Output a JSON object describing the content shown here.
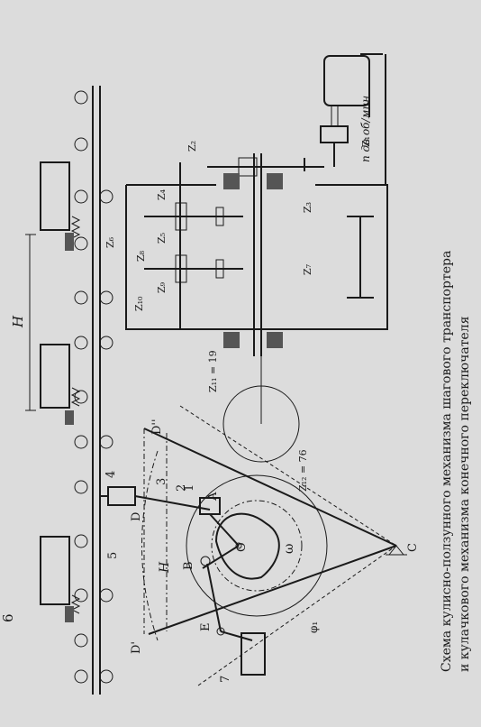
{
  "caption": {
    "line1": "Схема кулисно-ползунного механизма шагового транспортера",
    "line2": "и кулачкового механизма конечного переключателя"
  },
  "gearbox": {
    "motor_label": "n дв об/мин",
    "z_labels": [
      "Z₁",
      "Z₂",
      "Z₃",
      "Z₄",
      "Z₅",
      "Z₆",
      "Z₇",
      "Z₈",
      "Z₉",
      "Z₁₀",
      "Z₁₁ = 19",
      "Z₁₂ = 76"
    ]
  },
  "mechanism": {
    "point_labels": [
      "D''",
      "D",
      "D'",
      "A",
      "B",
      "C",
      "O",
      "E",
      "H",
      "H",
      "ω",
      "φ₁"
    ],
    "part_numbers": [
      "1",
      "2",
      "3",
      "4",
      "5",
      "6",
      "7"
    ]
  }
}
